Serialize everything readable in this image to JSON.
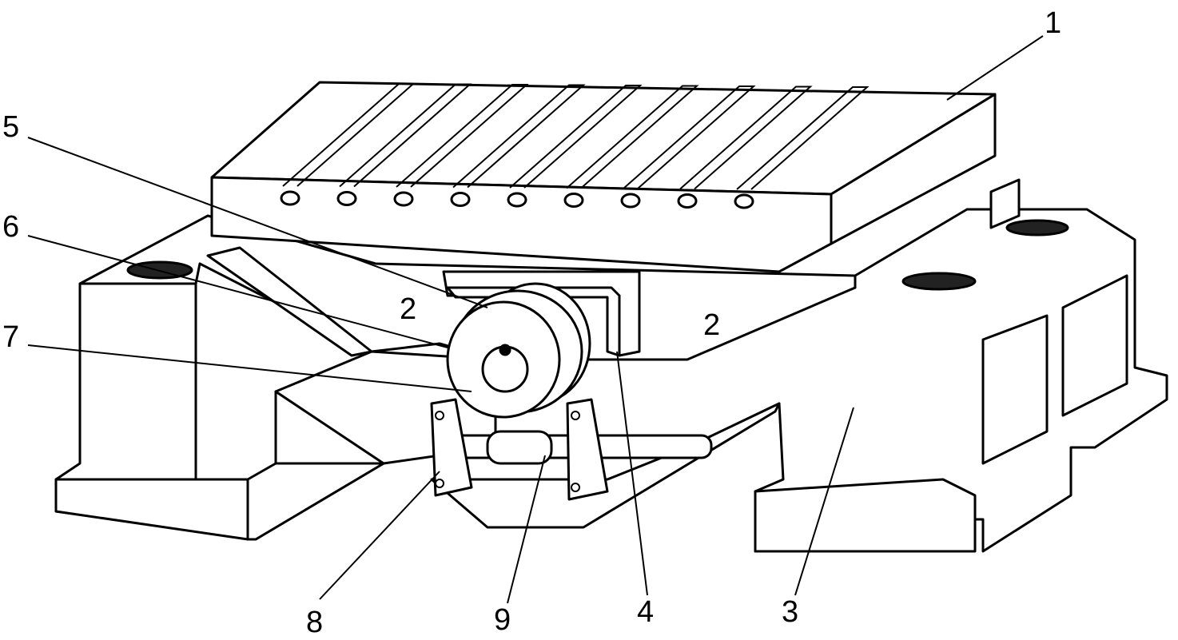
{
  "figure": {
    "labels": {
      "table": "1",
      "guide_left": "2",
      "guide_right": "2",
      "base": "3",
      "bracket": "4",
      "worm_wheel": "5",
      "hole": "6",
      "shaft": "7",
      "bearing_seat": "8",
      "worm": "9"
    }
  }
}
